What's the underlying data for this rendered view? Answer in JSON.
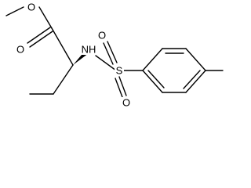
{
  "molecule": {
    "atoms": {
      "ester_o": "O",
      "carbonyl_o": "O",
      "amine": "NH",
      "sulfur": "S",
      "sulfonyl_o_top": "O",
      "sulfonyl_o_bottom": "O"
    },
    "colors": {
      "ink": "#000000",
      "background": "#ffffff"
    }
  }
}
